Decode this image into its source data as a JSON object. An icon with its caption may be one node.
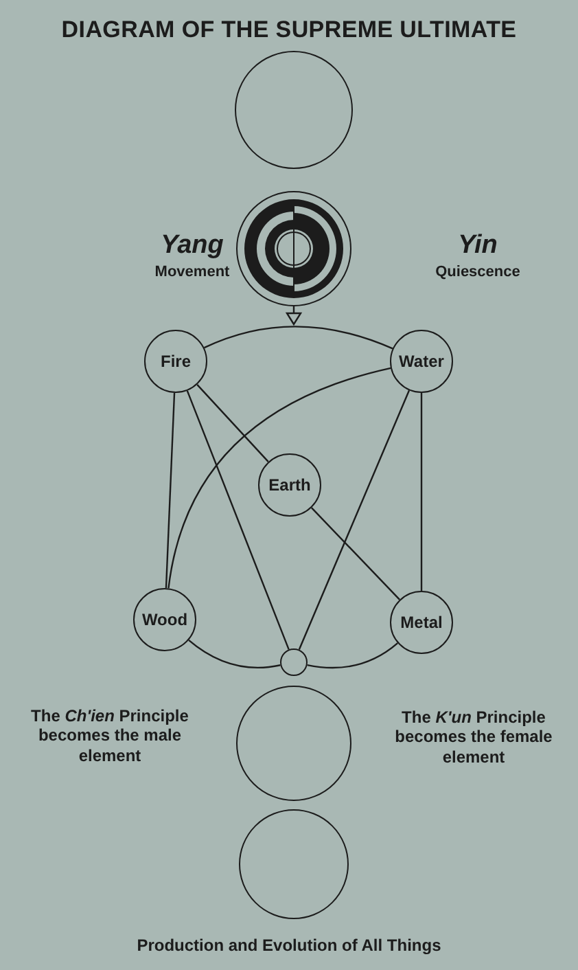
{
  "diagram": {
    "title": "DIAGRAM OF THE SUPREME ULTIMATE",
    "caption": "Production and Evolution of All Things",
    "nodes": [
      {
        "text": [],
        "shape": "circle"
      },
      {
        "text": [],
        "shape": "circle"
      },
      {
        "text": [
          "Fire"
        ]
      },
      {
        "text": [
          "Water"
        ]
      },
      {
        "text": [
          "Earth"
        ]
      },
      {
        "text": [
          "Wood"
        ]
      },
      {
        "text": [
          "Metal"
        ]
      },
      {
        "text": [],
        "shape": "circle"
      },
      {
        "text": [],
        "shape": "circle"
      },
      {
        "text": [],
        "shape": "circle"
      }
    ],
    "edges": [
      {
        "from": 2,
        "to": 3,
        "arrow": "none"
      },
      {
        "from": 2,
        "to": 5,
        "arrow": "none"
      },
      {
        "from": 3,
        "to": 6,
        "arrow": "none"
      },
      {
        "from": 2,
        "to": 4,
        "arrow": "none"
      },
      {
        "from": 4,
        "to": 6,
        "arrow": "none"
      },
      {
        "from": 5,
        "to": 3,
        "arrow": "none"
      },
      {
        "from": 2,
        "to": 7,
        "arrow": "none"
      },
      {
        "from": 3,
        "to": 7,
        "arrow": "none"
      },
      {
        "from": 5,
        "to": 7,
        "arrow": "none"
      },
      {
        "from": 6,
        "to": 7,
        "arrow": "none"
      },
      {
        "from": 1,
        "to": null,
        "arrow": "to"
      }
    ],
    "labels": [
      "Yang",
      "Movement",
      "Yin",
      "Quiescence",
      "The *Ch'ien* Principle becomes the male element",
      "The *K'un* Principle becomes the female element"
    ]
  }
}
